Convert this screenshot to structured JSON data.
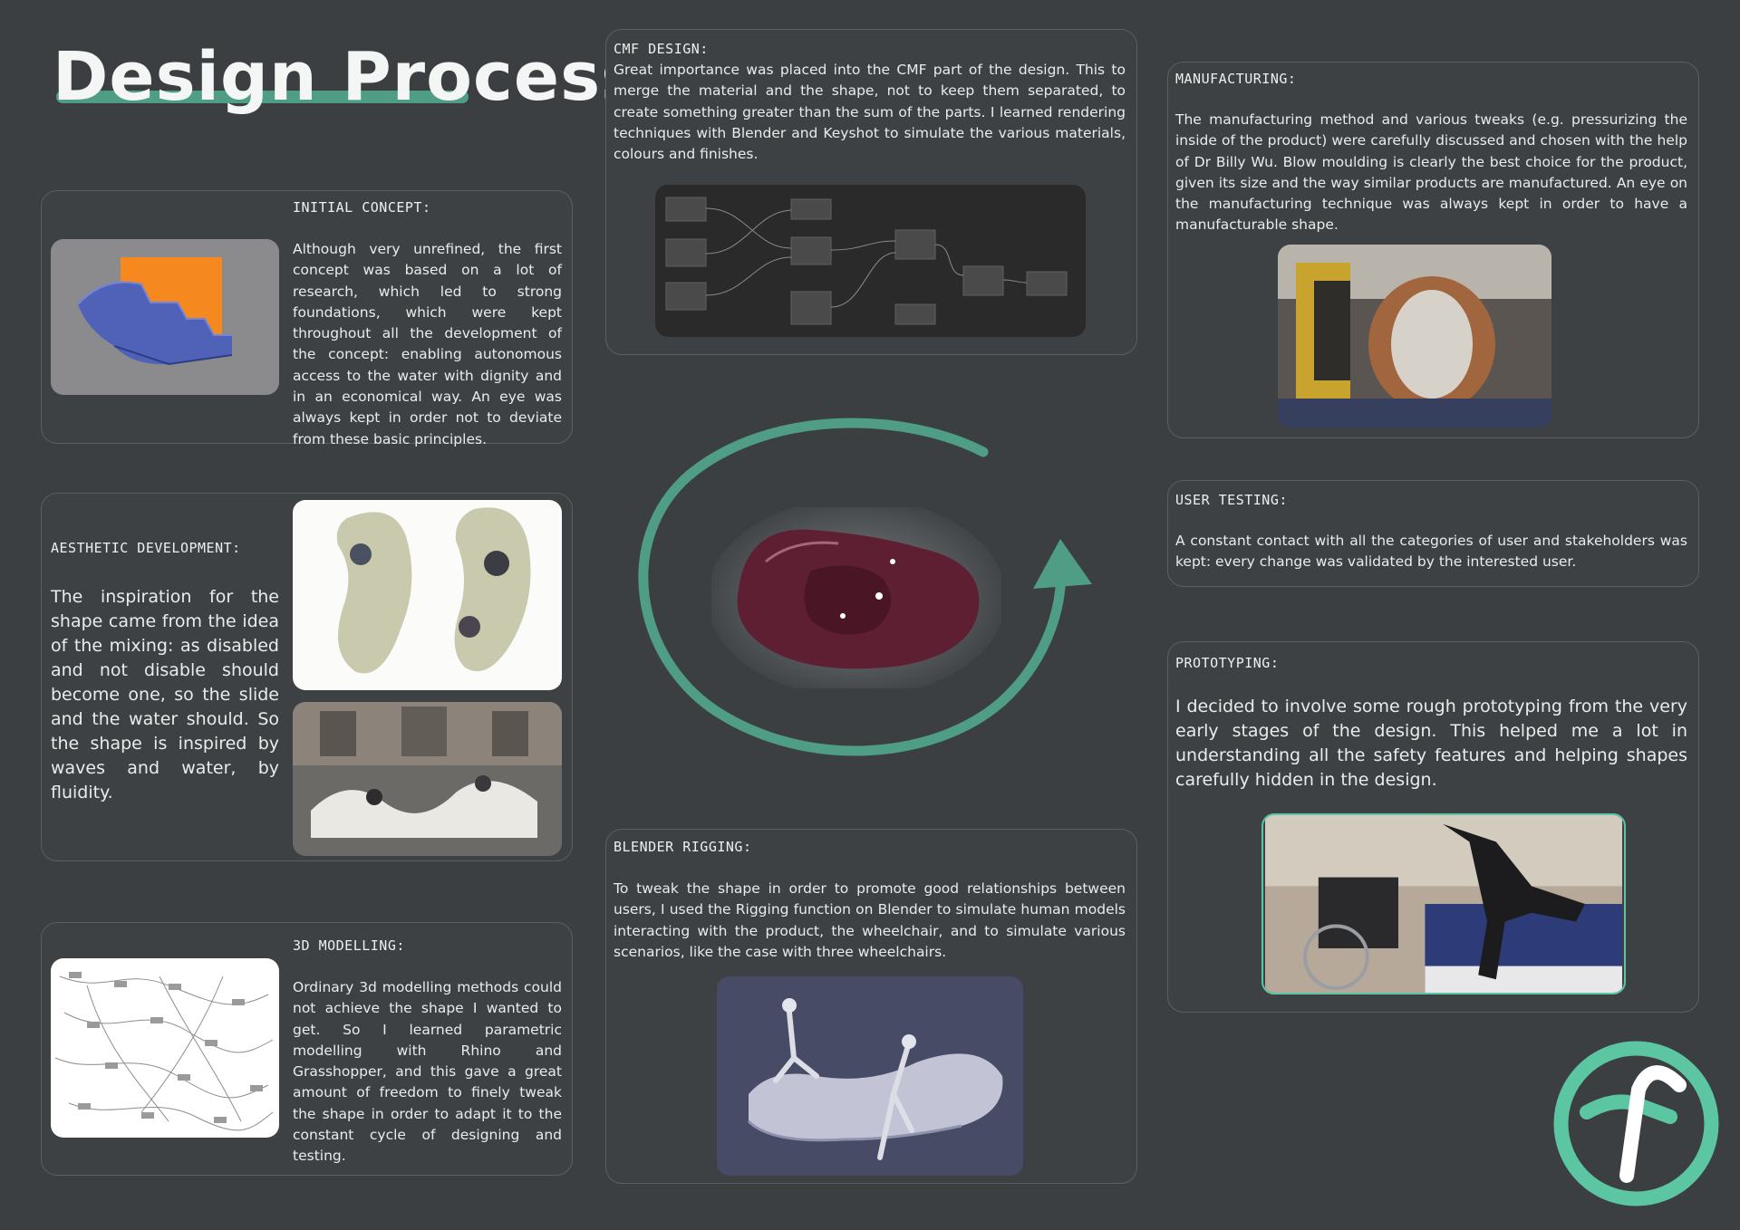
{
  "title": "Design Process",
  "sections": {
    "initial_concept": {
      "heading": "INITIAL CONCEPT:",
      "text": "Although very unrefined, the first concept was based on a lot of research, which led to strong foundations, which were kept throughout all the development of the concept: enabling autonomous access to the water with dignity and  in an economical way. An eye was always kept in order not to deviate from these basic principles."
    },
    "aesthetic_development": {
      "heading": "AESTHETIC DEVELOPMENT:",
      "text": "The inspiration for the shape came from the idea of the mixing: as disabled and not disable should become one, so the slide and the water should. So the shape is inspired by waves and water, by fluidity."
    },
    "modelling_3d": {
      "heading": "3D MODELLING:",
      "text": "Ordinary 3d modelling methods could not achieve the shape I wanted to get. So I learned parametric modelling with Rhino and Grasshopper, and this gave a great amount of freedom to finely tweak the shape in order to adapt it to the constant cycle of designing and testing."
    },
    "cmf_design": {
      "heading": "CMF DESIGN:",
      "text": "Great importance was placed into the CMF part of the design. This to merge the material and the shape, not to keep them separated, to create something greater than the sum of the parts. I learned rendering techniques with Blender and Keyshot to simulate the various materials, colours and finishes."
    },
    "blender_rigging": {
      "heading": "BLENDER RIGGING:",
      "text": "To tweak the shape in order to promote good relationships between users, I used the Rigging function on Blender to simulate human models interacting with the product, the wheelchair, and to simulate various scenarios, like the case with three wheelchairs."
    },
    "manufacturing": {
      "heading": "MANUFACTURING:",
      "text": "The manufacturing method and various tweaks (e.g. pressurizing the inside of the product) were carefully discussed and chosen with the help of Dr Billy Wu. Blow moulding is clearly the best choice for the product, given its size and the way similar products are manufactured. An eye on the manufacturing technique was always kept in order to have a manufacturable shape."
    },
    "user_testing": {
      "heading": "USER TESTING:",
      "text": "A constant contact with all the categories of user and stakeholders was kept: every change was validated by the interested user."
    },
    "prototyping": {
      "heading": "PROTOTYPING:",
      "text": "I decided to involve some rough prototyping from the very early stages of the design. This helped me a lot in understanding all the safety features and helping shapes carefully hidden in the design."
    }
  },
  "colors": {
    "background": "#3b3f42",
    "accent": "#4f9d84",
    "logo_teal": "#5cc6a3",
    "panel_border": "#59605f"
  },
  "icons": {
    "logo": "letter-f-circle-logo",
    "cycle": "circular-arrow-icon"
  }
}
